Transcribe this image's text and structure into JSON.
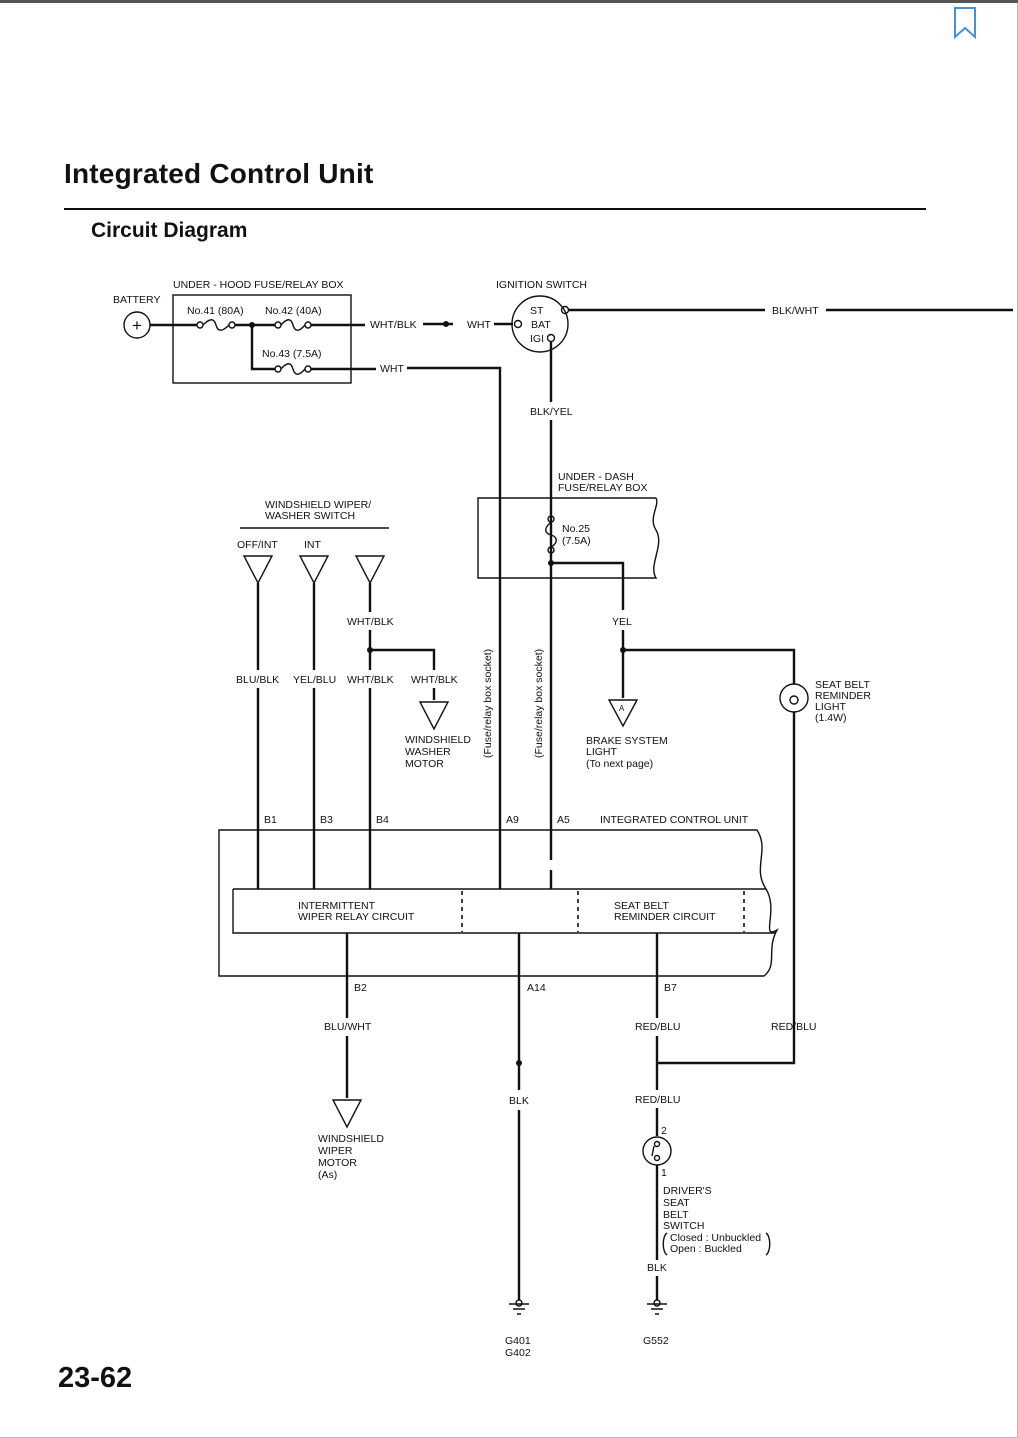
{
  "header": {
    "title": "Integrated Control Unit",
    "section": "Circuit Diagram",
    "page_number": "23-62"
  },
  "diagram": {
    "battery": "BATTERY",
    "under_hood_box": "UNDER - HOOD FUSE/RELAY BOX",
    "fuse41": "No.41 (80A)",
    "fuse42": "No.42 (40A)",
    "fuse43": "No.43 (7.5A)",
    "ignition_switch": "IGNITION SWITCH",
    "ign_st": "ST",
    "ign_bat": "BAT",
    "ign_igi": "IGI",
    "under_dash_box_line1": "UNDER - DASH",
    "under_dash_box_line2": "FUSE/RELAY BOX",
    "fuse25_a": "No.25",
    "fuse25_b": "(7.5A)",
    "wiper_switch_line1": "WINDSHIELD WIPER/",
    "wiper_switch_line2": "WASHER SWITCH",
    "off_int": "OFF/INT",
    "int": "INT",
    "washer_motor_1": "WINDSHIELD",
    "washer_motor_2": "WASHER",
    "washer_motor_3": "MOTOR",
    "fuse_socket": "(Fuse/relay box socket)",
    "brake_light_1": "BRAKE SYSTEM",
    "brake_light_2": "LIGHT",
    "brake_light_3": "(To next page)",
    "seatbelt_light_1": "SEAT BELT",
    "seatbelt_light_2": "REMINDER",
    "seatbelt_light_3": "LIGHT",
    "seatbelt_light_4": "(1.4W)",
    "icu_label": "INTEGRATED CONTROL UNIT",
    "icu_wiper_1": "INTERMITTENT",
    "icu_wiper_2": "WIPER RELAY CIRCUIT",
    "icu_belt_1": "SEAT BELT",
    "icu_belt_2": "REMINDER CIRCUIT",
    "wiper_motor_1": "WINDSHIELD",
    "wiper_motor_2": "WIPER",
    "wiper_motor_3": "MOTOR",
    "wiper_motor_4": "(As)",
    "driver_switch_1": "DRIVER'S",
    "driver_switch_2": "SEAT",
    "driver_switch_3": "BELT",
    "driver_switch_4": "SWITCH",
    "driver_switch_closed": "Closed : Unbuckled",
    "driver_switch_open": "Open   : Buckled",
    "pin_2": "2",
    "pin_1": "1",
    "ground_1a": "G401",
    "ground_1b": "G402",
    "ground_2": "G552",
    "battery_symbol": "+",
    "wire": {
      "wht_blk": "WHT/BLK",
      "wht": "WHT",
      "blk_wht": "BLK/WHT",
      "blk_yel": "BLK/YEL",
      "yel": "YEL",
      "blu_blk": "BLU/BLK",
      "yel_blu": "YEL/BLU",
      "blu_wht": "BLU/WHT",
      "blk": "BLK",
      "red_blu": "RED/BLU"
    },
    "pins": {
      "b1": "B1",
      "b3": "B3",
      "b4": "B4",
      "a9": "A9",
      "a5": "A5",
      "b2": "B2",
      "a14": "A14",
      "b7": "B7"
    }
  }
}
